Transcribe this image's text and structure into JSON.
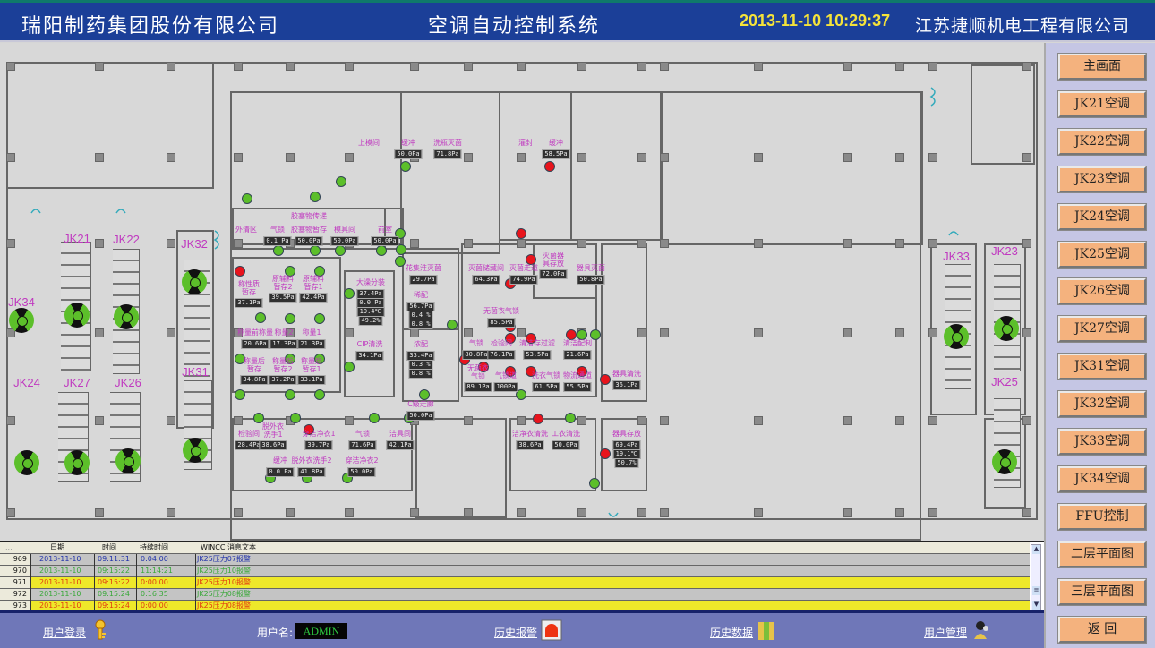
{
  "header": {
    "company": "瑞阳制药集团股份有限公司",
    "system_title": "空调自动控制系统",
    "datetime": "2013-11-10 10:29:37",
    "contractor": "江苏捷顺机电工程有限公司"
  },
  "sidebar": {
    "buttons": [
      "主画面",
      "JK21空调",
      "JK22空调",
      "JK23空调",
      "JK24空调",
      "JK25空调",
      "JK26空调",
      "JK27空调",
      "JK31空调",
      "JK32空调",
      "JK33空调",
      "JK34空调",
      "FFU控制",
      "二层平面图",
      "三层平面图",
      "返  回"
    ]
  },
  "units": [
    "JK21",
    "JK22",
    "JK32",
    "JK34",
    "JK24",
    "JK27",
    "JK26",
    "JK31",
    "JK33",
    "JK23",
    "JK25"
  ],
  "rooms": [
    {
      "name": "上模间",
      "values": []
    },
    {
      "name": "缓冲",
      "values": [
        "50.0Pa"
      ]
    },
    {
      "name": "洗瓶灭菌",
      "values": [
        "71.8Pa"
      ]
    },
    {
      "name": "灌封",
      "values": []
    },
    {
      "name": "缓冲",
      "values": [
        "58.5Pa"
      ]
    },
    {
      "name": "外清区",
      "values": []
    },
    {
      "name": "气锁",
      "values": [
        "0.1 Pa"
      ]
    },
    {
      "name": "胶塞物传递",
      "values": []
    },
    {
      "name": "胶塞物暂存",
      "values": [
        "50.0Pa"
      ]
    },
    {
      "name": "模具间",
      "values": [
        "50.0Pa"
      ]
    },
    {
      "name": "前室",
      "values": [
        "50.0Pa"
      ]
    },
    {
      "name": "花集淮灭菌",
      "values": [
        "29.7Pa"
      ]
    },
    {
      "name": "灭菌储藏间",
      "values": [
        "64.3Pa"
      ]
    },
    {
      "name": "灭菌走道",
      "values": [
        "74.9Pa"
      ]
    },
    {
      "name": "灭菌器具存放",
      "values": [
        "72.0Pa"
      ]
    },
    {
      "name": "器具灭菌",
      "values": [
        "50.8Pa"
      ]
    },
    {
      "name": "称性质暂存",
      "values": [
        "37.1Pa"
      ]
    },
    {
      "name": "原辅料暂存2",
      "values": [
        "39.5Pa"
      ]
    },
    {
      "name": "原辅料暂存1",
      "values": [
        "42.4Pa"
      ]
    },
    {
      "name": "大澡分装",
      "values": [
        "37.4Pa",
        "0.0 Pa",
        "19.4℃",
        "49.2%"
      ]
    },
    {
      "name": "稀配",
      "values": [
        "56.7Pa",
        "0.4 %",
        "0.8 %"
      ]
    },
    {
      "name": "无菌衣气锁",
      "values": [
        "85.5Pa"
      ]
    },
    {
      "name": "称量前称量",
      "values": [
        "20.6Pa"
      ]
    },
    {
      "name": "称量2",
      "values": [
        "17.3Pa"
      ]
    },
    {
      "name": "称量1",
      "values": [
        "21.3Pa"
      ]
    },
    {
      "name": "CIP清洗",
      "values": [
        "34.1Pa"
      ]
    },
    {
      "name": "浓配",
      "values": [
        "33.4Pa",
        "0.3 %",
        "0.8 %"
      ]
    },
    {
      "name": "气锁",
      "values": [
        "80.8Pa"
      ]
    },
    {
      "name": "检验间",
      "values": [
        "76.1Pa"
      ]
    },
    {
      "name": "清洁存过滤",
      "values": [
        "53.5Pa"
      ]
    },
    {
      "name": "清洁配制",
      "values": [
        "21.6Pa"
      ]
    },
    {
      "name": "称量后暂存",
      "values": [
        "34.8Pa"
      ]
    },
    {
      "name": "称量后暂存2",
      "values": [
        "37.2Pa"
      ]
    },
    {
      "name": "称量后暂存1",
      "values": [
        "33.1Pa"
      ]
    },
    {
      "name": "无菌衣气锁",
      "values": [
        "89.1Pa"
      ]
    },
    {
      "name": "气锁道",
      "values": [
        "100Pa"
      ]
    },
    {
      "name": "洗衣气锁",
      "values": [
        "61.5Pa"
      ]
    },
    {
      "name": "物流通道",
      "values": [
        "55.5Pa"
      ]
    },
    {
      "name": "器具清洗",
      "values": [
        "36.1Pa"
      ]
    },
    {
      "name": "C级走廊",
      "values": [
        "50.0Pa"
      ]
    },
    {
      "name": "检验间",
      "values": [
        "28.4Pa"
      ]
    },
    {
      "name": "脱外衣洗手1",
      "values": [
        "38.6Pa"
      ]
    },
    {
      "name": "穿洁净衣1",
      "values": [
        "39.7Pa"
      ]
    },
    {
      "name": "气锁",
      "values": [
        "71.6Pa"
      ]
    },
    {
      "name": "洁具间",
      "values": [
        "42.1Pa"
      ]
    },
    {
      "name": "洁净衣清洗",
      "values": [
        "38.6Pa"
      ]
    },
    {
      "name": "工衣清洗",
      "values": [
        "50.0Pa"
      ]
    },
    {
      "name": "器具存放",
      "values": [
        "69.4Pa",
        "19.1℃",
        "50.7%"
      ]
    },
    {
      "name": "缓冲",
      "values": [
        "0.0 Pa"
      ]
    },
    {
      "name": "脱外衣洗手2",
      "values": [
        "41.8Pa"
      ]
    },
    {
      "name": "穿洁净衣2",
      "values": [
        "50.0Pa"
      ]
    }
  ],
  "door_status": "ggggggggggggggggggggggggggggggggggggggrrrrrrrrrrrrrrrrrr",
  "status_colors": {
    "ok": "#5cbf2a",
    "alarm": "#e8141c"
  },
  "alarm_table": {
    "headers": [
      "...",
      "日期",
      "时间",
      "持续时间",
      "WINCC 消息文本"
    ],
    "rows": [
      {
        "no": "969",
        "date": "2013-11-10",
        "time": "09:11:31",
        "duration": "0:04:00",
        "text": "JK25压力07报警",
        "state": "ack"
      },
      {
        "no": "970",
        "date": "2013-11-10",
        "time": "09:15:22",
        "duration": "11:14:21",
        "text": "JK25压力10报警",
        "state": "gone"
      },
      {
        "no": "971",
        "date": "2013-11-10",
        "time": "09:15:22",
        "duration": "0:00:00",
        "text": "JK25压力10报警",
        "state": "come"
      },
      {
        "no": "972",
        "date": "2013-11-10",
        "time": "09:15:24",
        "duration": "0:16:35",
        "text": "JK25压力08报警",
        "state": "gone"
      },
      {
        "no": "973",
        "date": "2013-11-10",
        "time": "09:15:24",
        "duration": "0:00:00",
        "text": "JK25压力08报警",
        "state": "come"
      }
    ]
  },
  "footer": {
    "login": "用户登录",
    "username_label": "用户名:",
    "username": "ADMIN",
    "alarm_history": "历史报警",
    "data_history": "历史数据",
    "user_mgmt": "用户管理"
  }
}
